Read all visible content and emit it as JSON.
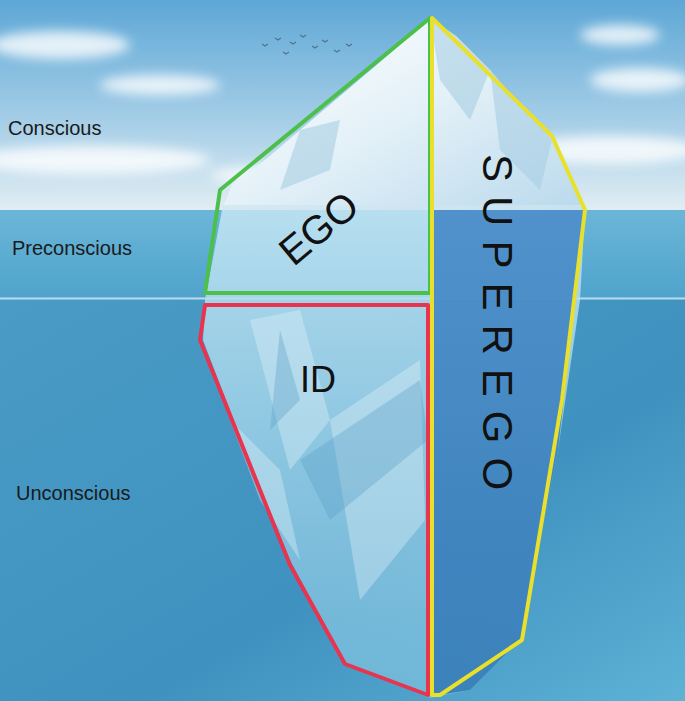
{
  "diagram": {
    "nodes": [
      {
        "text": [
          "EGO"
        ]
      },
      {
        "text": [
          "SUPEREGO"
        ]
      },
      {
        "text": [
          "ID"
        ]
      }
    ],
    "labels": [
      "Conscious",
      "Preconscious",
      "Unconscious"
    ]
  }
}
